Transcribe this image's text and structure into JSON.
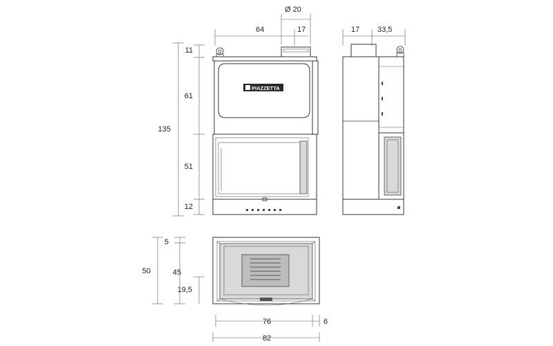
{
  "brand": {
    "logo_text": "PIAZZETTA",
    "logo_icon": "piazzetta-logo-icon"
  },
  "dimensions": {
    "flue_diameter": "Ø 20",
    "front_width": "64",
    "front_flue_offset": "17",
    "side_flue_offset": "17",
    "side_depth": "33,5",
    "top_cap": "11",
    "upper_body": "61",
    "total_height": "135",
    "door_height": "51",
    "base_height": "12",
    "plan_top_margin": "5",
    "plan_total_depth": "50",
    "plan_inner_depth": "45",
    "plan_front_offset": "19,5",
    "plan_inner_width": "76",
    "plan_side_margin": "6",
    "plan_total_width": "82"
  }
}
